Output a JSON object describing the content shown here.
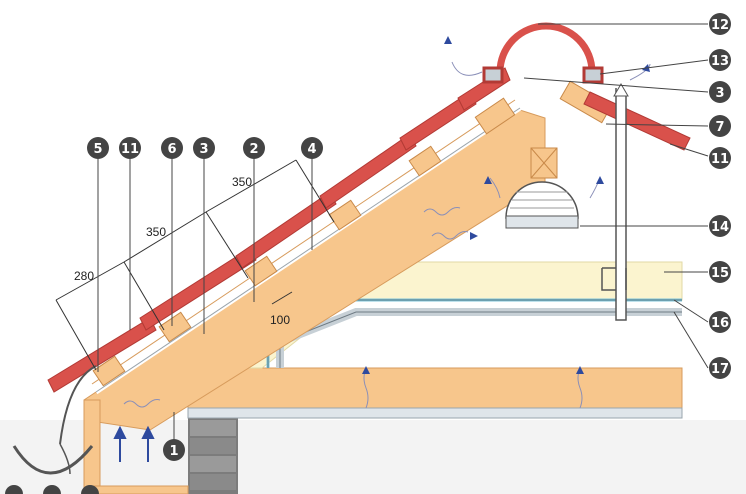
{
  "colors": {
    "tile": "#d9514b",
    "tile_dark": "#b23a35",
    "wood": "#f7c68c",
    "wood_dark": "#d79b5c",
    "insulation": "#fbf4cf",
    "membrane": "#e9f4f7",
    "steel": "#c7d0d6",
    "brick": "#8f8f8f",
    "badge": "#444444",
    "arrow": "#2e4a9e"
  },
  "dimensions": {
    "d280": "280",
    "d350_lower": "350",
    "d350_upper": "350",
    "d100": "100"
  },
  "callouts": {
    "c1": "1",
    "c2": "2",
    "c3_left": "3",
    "c3_right": "3",
    "c4": "4",
    "c5": "5",
    "c6": "6",
    "c7": "7",
    "c11_left": "11",
    "c11_right": "11",
    "c12": "12",
    "c13": "13",
    "c14": "14",
    "c15": "15",
    "c16": "16",
    "c17": "17"
  }
}
